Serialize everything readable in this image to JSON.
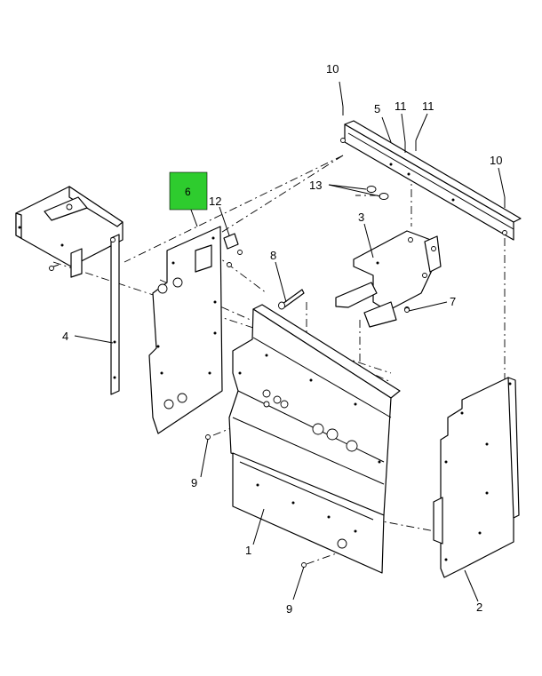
{
  "highlight_color": "#2ecc2e",
  "callouts": {
    "c1": "1",
    "c2": "2",
    "c3": "3",
    "c4": "4",
    "c5": "5",
    "c6": "6",
    "c7": "7",
    "c8": "8",
    "c9a": "9",
    "c9b": "9",
    "c10a": "10",
    "c10b": "10",
    "c11a": "11",
    "c11b": "11",
    "c12": "12",
    "c13": "13"
  }
}
